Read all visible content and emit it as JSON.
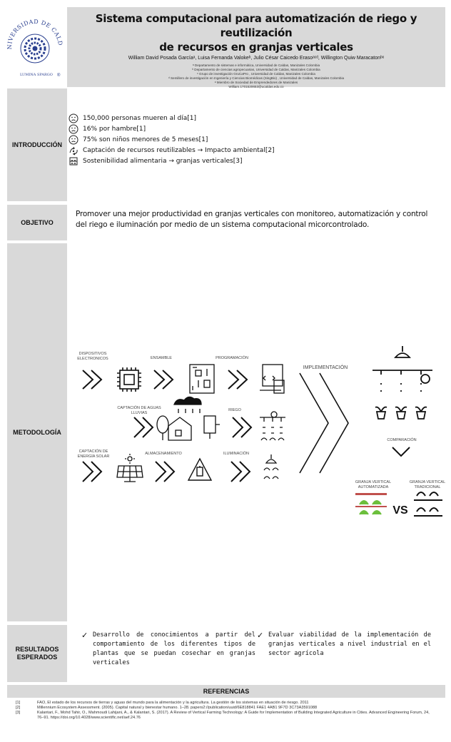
{
  "header": {
    "title_line1": "Sistema computacional para automatización de riego y reutilización",
    "title_line2": "de recursos en granjas verticales",
    "authors": "William David Posada Garcíaᵃ, Luisa Fernanda Valokeᵇ, Julio César Caicedo Erasoᵃᶜᵈ, Willington Quiw Maracatonᵇᵉ",
    "affiliations": [
      "ᵃ Departamento de sistemas e informática, Universidad de Caldas, Manizales Colombia",
      "ᵇ Departamento de ciencias agropecuarias, Universidad de Caldas, Manizales Colombia",
      "ᶜ Grupo de investigación GruCaPro , Universidad de Caldas, Manizales Colombia",
      "ᵈ Semillero de investigación en Ingeniería y Ciencias Biomédicas (SingBio) , Universidad de Caldas, Manizales Colombia",
      "ᵉ Miembro de Sociedad de Emprendedores de Manizales",
      "William.1701520653@ucaldas.edu.co"
    ]
  },
  "logo": {
    "ring_text": "UNIVERSIDAD DE CALDAS",
    "motto_left": "LUMINA",
    "motto_right": "SPARGO",
    "mark": "®"
  },
  "introduccion": {
    "label": "INTRODUCCIÓN",
    "items": [
      {
        "icon": "sad-face-icon",
        "text": "150,000 personas mueren al día[1]"
      },
      {
        "icon": "sad-face-icon",
        "text": "16% por hambre[1]"
      },
      {
        "icon": "sad-face-icon",
        "text": "75% son niños menores de 5 meses[1]"
      },
      {
        "icon": "recycle-icon",
        "text": "Captación de recursos reutilizables → Impacto ambiental[2]"
      },
      {
        "icon": "plant-shelf-icon",
        "text": "Sostenibilidad alimentaria → granjas verticales[3]"
      }
    ]
  },
  "objetivo": {
    "label": "OBJETIVO",
    "text": "Promover una mejor productividad en granjas verticales con monitoreo, automatización y control del riego e iluminación por medio de un sistema computacional micorcontrolado."
  },
  "metodologia": {
    "label": "METODOLOGÍA",
    "steps": {
      "dispositivos": "DISPOSITIVOS ELECTRONICOS",
      "ensamble": "ENSAMBLE",
      "programacion": "PROGRAMACIÓN",
      "implementacion": "IMPLEMENTACIÓN",
      "captacion_aguas": "CAPTACIÓN DE AGUAS LLUVIAS",
      "riego": "RIEGO",
      "captacion_energia": "CAPTACIÓN DE ENERGÍA SOLAR",
      "almacenamiento": "ALMACENAMIENTO",
      "iluminacion": "ILUMINACIÓN",
      "comparacion": "COMPARACIÓN",
      "granja_auto": "GRANJA VERTICAL AUTOMATIZADA",
      "granja_trad": "GRANJA VERTICAL TRADICIONAL",
      "vs": "VS"
    }
  },
  "resultados": {
    "label": "RESULTADOS ESPERADOS",
    "items": [
      "Desarrollo de conocimientos a partir del comportamiento de los diferentes tipos de plantas que se puedan cosechar en granjas verticales",
      "Evaluar viabilidad de la implementación de granjas verticales a nivel industrial en el sector agrícola"
    ],
    "check": "✓"
  },
  "referencias": {
    "label": "REFERENCIAS",
    "items": [
      {
        "n": "[1]",
        "text": "FAO, El estado de los recursos de tierras y aguas del mundo para la alimentación y la agricultura. La gestión de los sistemas en situación de riesgo. 2011"
      },
      {
        "n": "[2]",
        "text": "Millennium Ecosystem Assessment. (2005). Capital natural y bienestar humano. 1–28. papers2://publication/uuid/6E818841 FAE1 4AB1 9F7D 3C73A3591088"
      },
      {
        "n": "[3]",
        "text": "Kalantari, F., Mohd Tahir, O., Mahmoudi Lahijani, A., & Kalantari, S. (2017). A Review of Vertical Farming Technology: A Guide for Implementation of Building Integrated Agriculture in Cities. Advanced Engineering Forum, 24, 76–91. https://doi.org/10.4028/www.scientific.net/aef.24.76"
      }
    ]
  }
}
